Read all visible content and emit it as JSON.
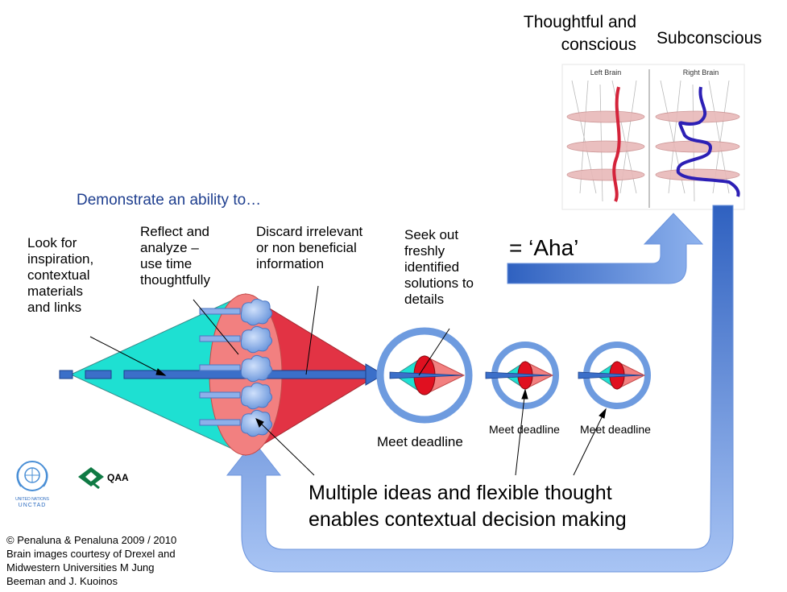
{
  "header": {
    "thoughtful": "Thoughtful and\nconscious",
    "subconscious": "Subconscious",
    "left_brain": "Left Brain",
    "right_brain": "Right Brain"
  },
  "heading": "Demonstrate an ability to…",
  "stages": {
    "look": "Look for\ninspiration,\ncontextual\nmaterials\nand links",
    "reflect": "Reflect and\nanalyze –\nuse time\nthoughtfully",
    "discard": "Discard irrelevant\nor non beneficial\ninformation",
    "seek": "Seek out\nfreshly\nidentified\nsolutions to\ndetails"
  },
  "aha": "= ‘Aha’",
  "deadlines": [
    "Meet deadline",
    "Meet deadline",
    "Meet deadline"
  ],
  "conclusion": "Multiple ideas and flexible thought\nenables contextual decision making",
  "logos": {
    "un_line1": "UNITED NATIONS",
    "un_line2": "UNCTAD",
    "qaa": "QAA"
  },
  "credits": "© Penaluna & Penaluna 2009 / 2010\nBrain images courtesy of Drexel and\nMidwestern Universities M Jung\nBeeman and J. Kuoinos",
  "colors": {
    "cyan": "#1ee0d2",
    "pink": "#f07a7a",
    "red": "#e23344",
    "blue": "#3b6fc9",
    "light_blue": "#a9c6f5",
    "heading": "#1f3f8f"
  }
}
